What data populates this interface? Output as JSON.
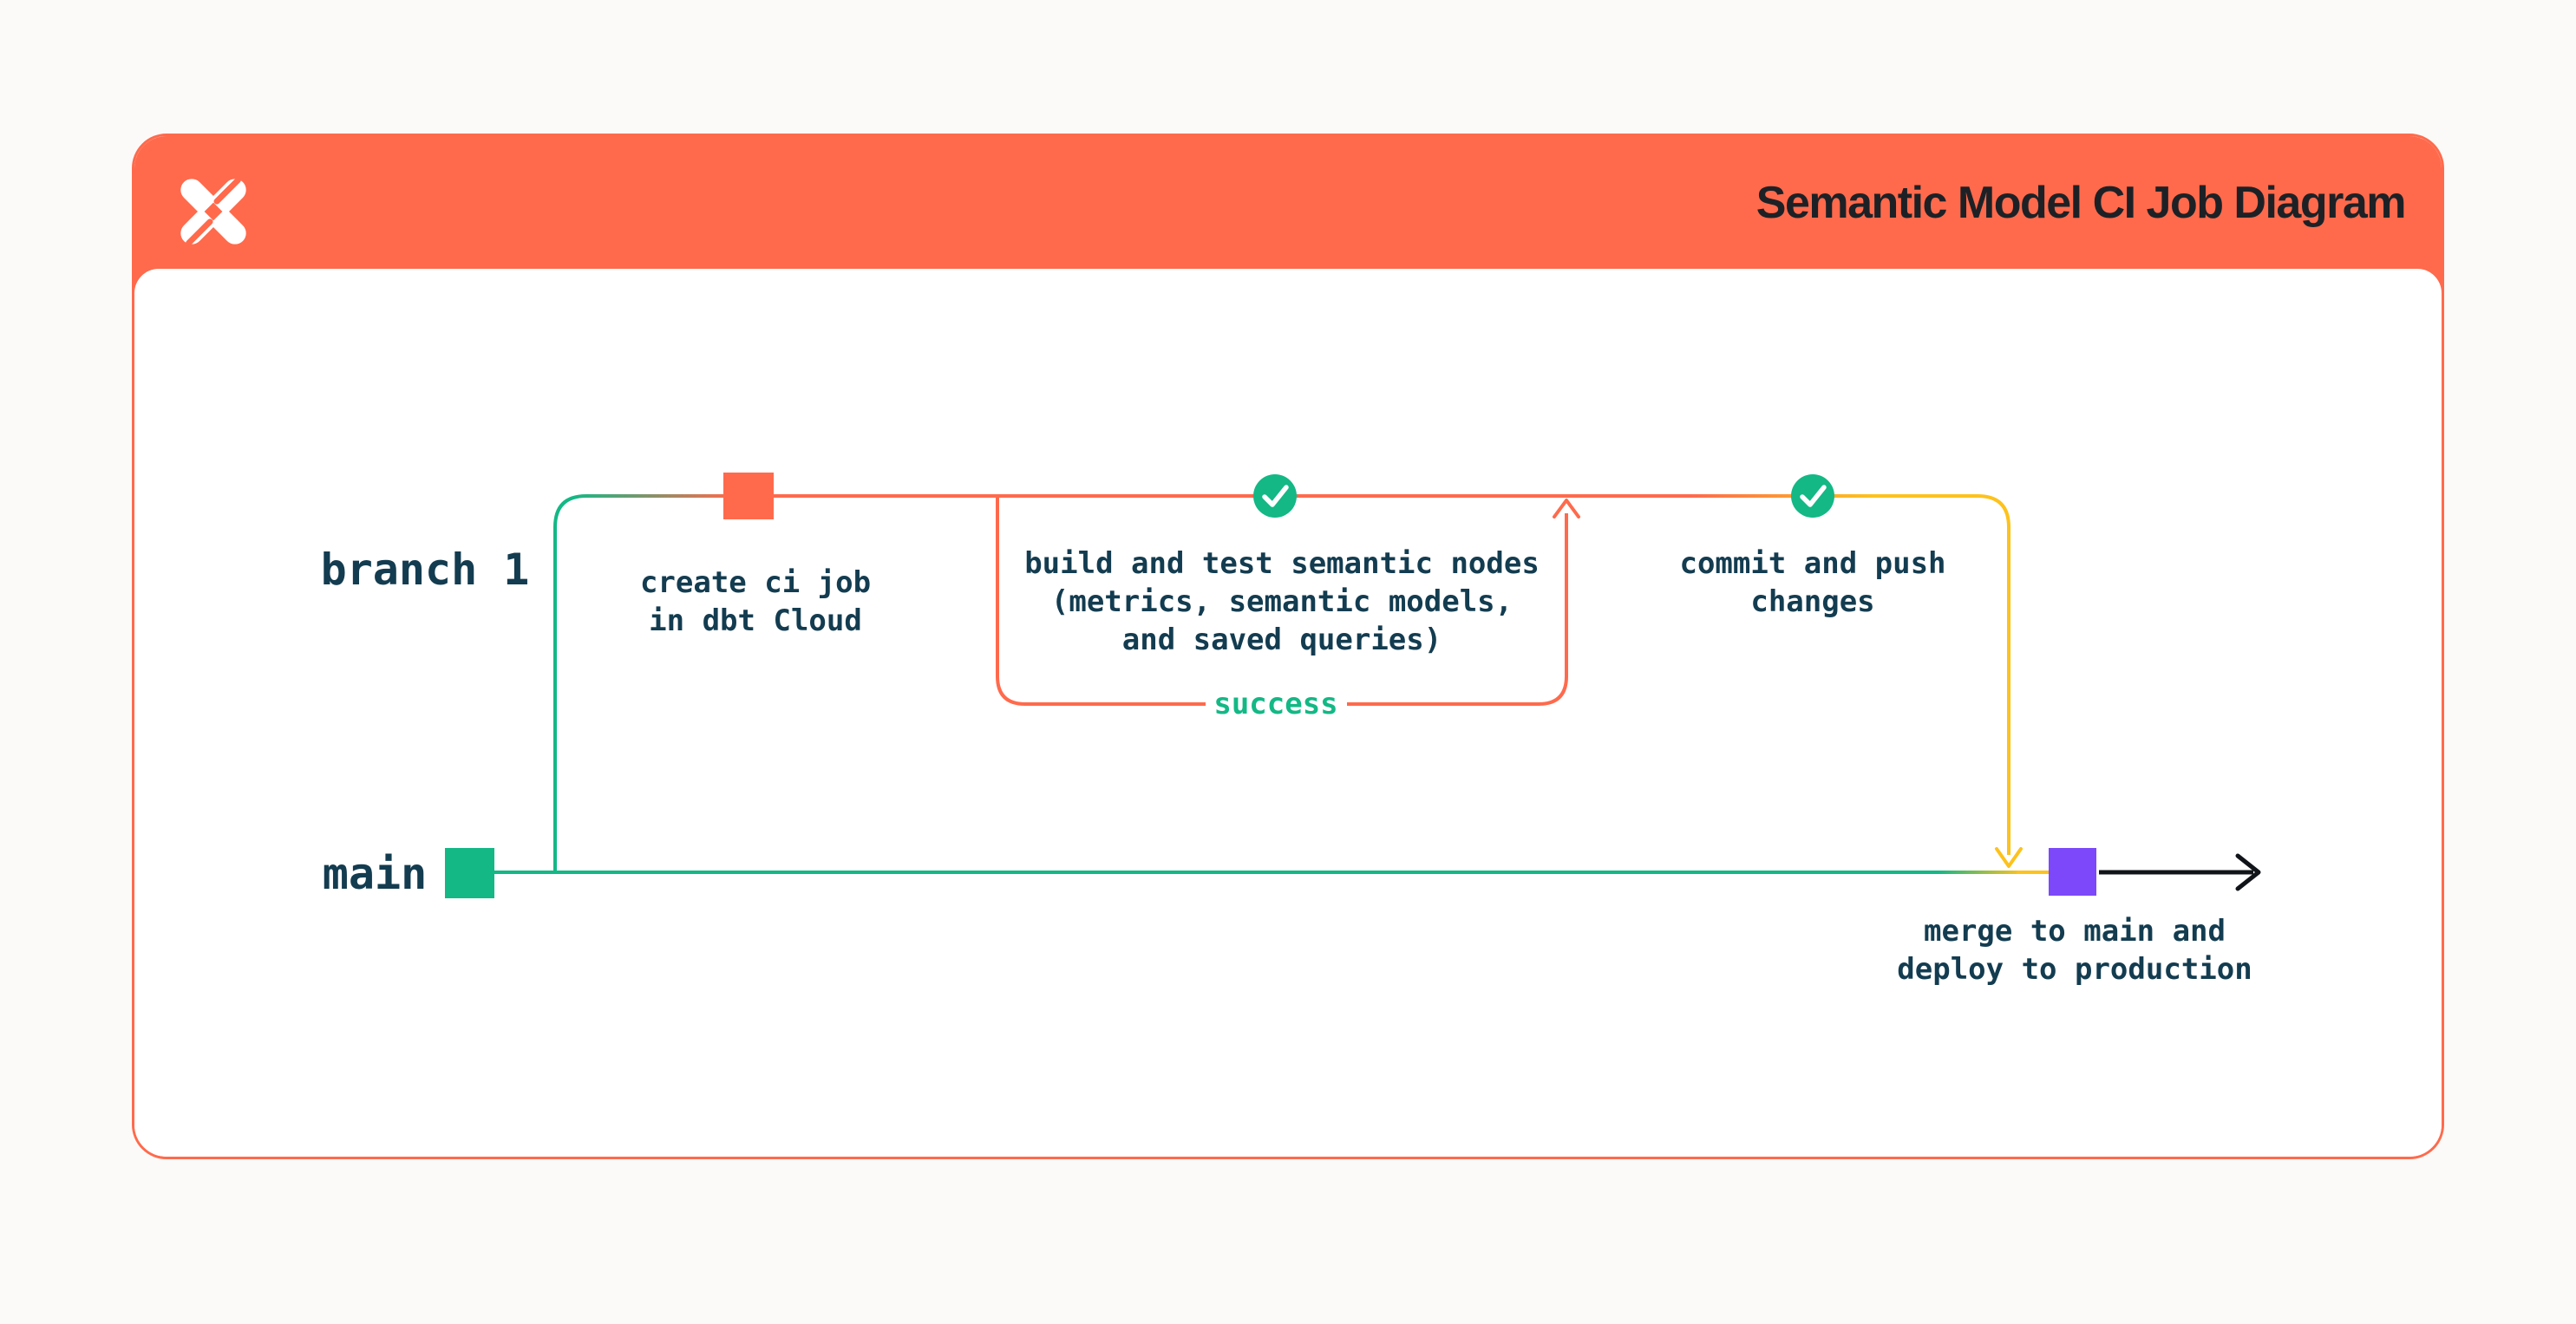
{
  "header": {
    "title": "Semantic Model CI Job Diagram",
    "logo": "dbt-logo",
    "background_color": "#ff6a4c",
    "title_color": "#1d2126"
  },
  "diagram": {
    "branch_label": "branch 1",
    "main_label": "main",
    "steps": {
      "create_ci": {
        "lines": [
          "create ci job",
          "in dbt Cloud"
        ]
      },
      "build_test": {
        "lines": [
          "build and test semantic nodes",
          "(metrics, semantic models,",
          "and saved queries)"
        ]
      },
      "commit_push": {
        "lines": [
          "commit and push",
          "changes"
        ]
      },
      "merge_deploy": {
        "lines": [
          "merge to main and",
          "deploy to production"
        ]
      }
    },
    "success_label": "success",
    "colors": {
      "coral": "#ff6a4c",
      "green": "#13b885",
      "yellow": "#fdc21c",
      "purple": "#7c48fa",
      "text_dark": "#133c50",
      "black": "#111418"
    }
  }
}
